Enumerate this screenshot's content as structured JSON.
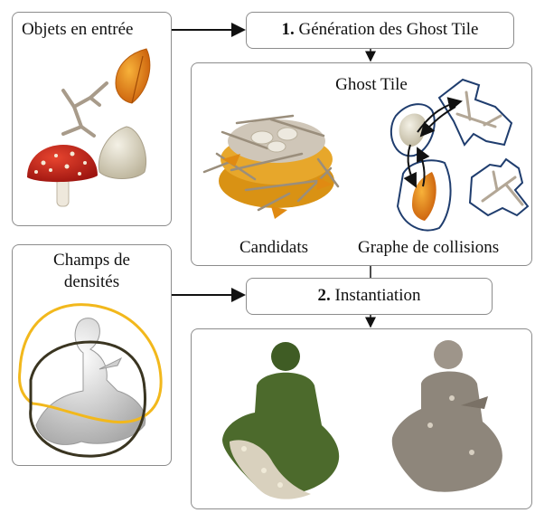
{
  "input_objects": {
    "label": "Objets en entrée"
  },
  "step1": {
    "number": "1.",
    "label": " Génération des Ghost Tile"
  },
  "ghost_tile": {
    "title": "Ghost Tile",
    "candidates_label": "Candidats",
    "collision_graph_label": "Graphe de collisions"
  },
  "density_fields": {
    "line1": "Champs de",
    "line2": "densités"
  },
  "step2": {
    "number": "2.",
    "label": " Instantiation"
  },
  "colors": {
    "outline_yellow": "#f2b81c",
    "outline_dark": "#3a3521",
    "graph_blue": "#1f3d6e",
    "leaf_orange": "#e07b10",
    "mushroom_red": "#c8201a",
    "foliage_green": "#4c6a2c"
  }
}
